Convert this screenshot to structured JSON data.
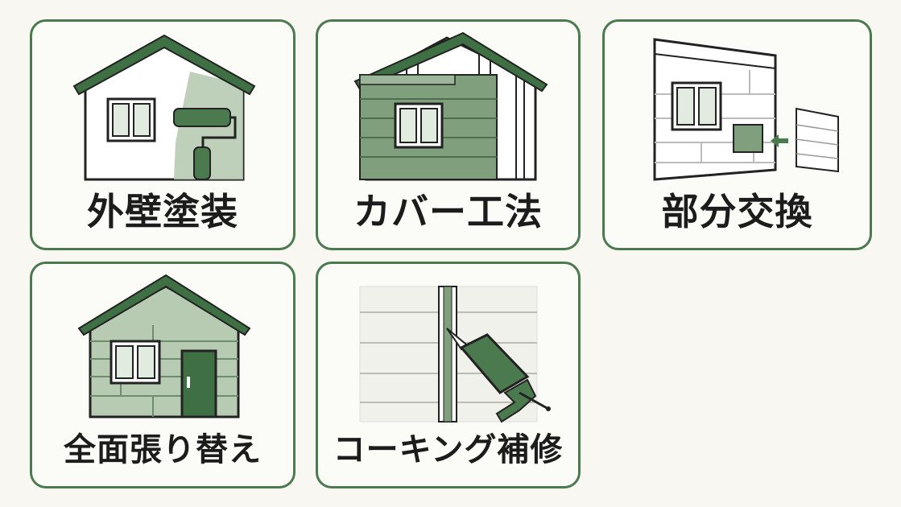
{
  "colors": {
    "accent": "#4b7a4f",
    "roof": "#3f7044",
    "siding": "#7f9f7d",
    "light_green": "#b7cbb2",
    "background": "#f8f7f2",
    "text": "#1c1c1c"
  },
  "cards": [
    {
      "label": "外壁塗装",
      "icon": "house-paint-roller-icon"
    },
    {
      "label": "カバー工法",
      "icon": "house-cover-siding-icon"
    },
    {
      "label": "部分交換",
      "icon": "wall-panel-replace-icon"
    },
    {
      "label": "全面張り替え",
      "icon": "house-full-siding-icon"
    },
    {
      "label": "コーキング補修",
      "icon": "caulking-gun-icon"
    }
  ]
}
